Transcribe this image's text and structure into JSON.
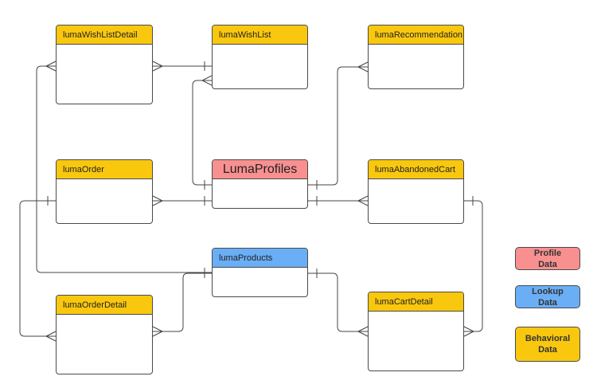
{
  "colors": {
    "behavioral": "#f9c80e",
    "profile": "#f89090",
    "lookup": "#6aaef5",
    "line": "#444444"
  },
  "entities": {
    "wishlistdetail": {
      "title": "lumaWishListDetail",
      "type": "behavioral"
    },
    "wishlist": {
      "title": "lumaWishList",
      "type": "behavioral"
    },
    "recommendation": {
      "title": "lumaRecommendation",
      "type": "behavioral"
    },
    "order": {
      "title": "lumaOrder",
      "type": "behavioral"
    },
    "profiles": {
      "title": "LumaProfiles",
      "type": "profile"
    },
    "abandonedcart": {
      "title": "lumaAbandonedCart",
      "type": "behavioral"
    },
    "products": {
      "title": "lumaProducts",
      "type": "lookup"
    },
    "orderdetail": {
      "title": "lumaOrderDetail",
      "type": "behavioral"
    },
    "cartdetail": {
      "title": "lumaCartDetail",
      "type": "behavioral"
    }
  },
  "legend": {
    "profile": "Profile Data",
    "lookup": "Lookup Data",
    "behavioral": "Behavioral Data"
  }
}
